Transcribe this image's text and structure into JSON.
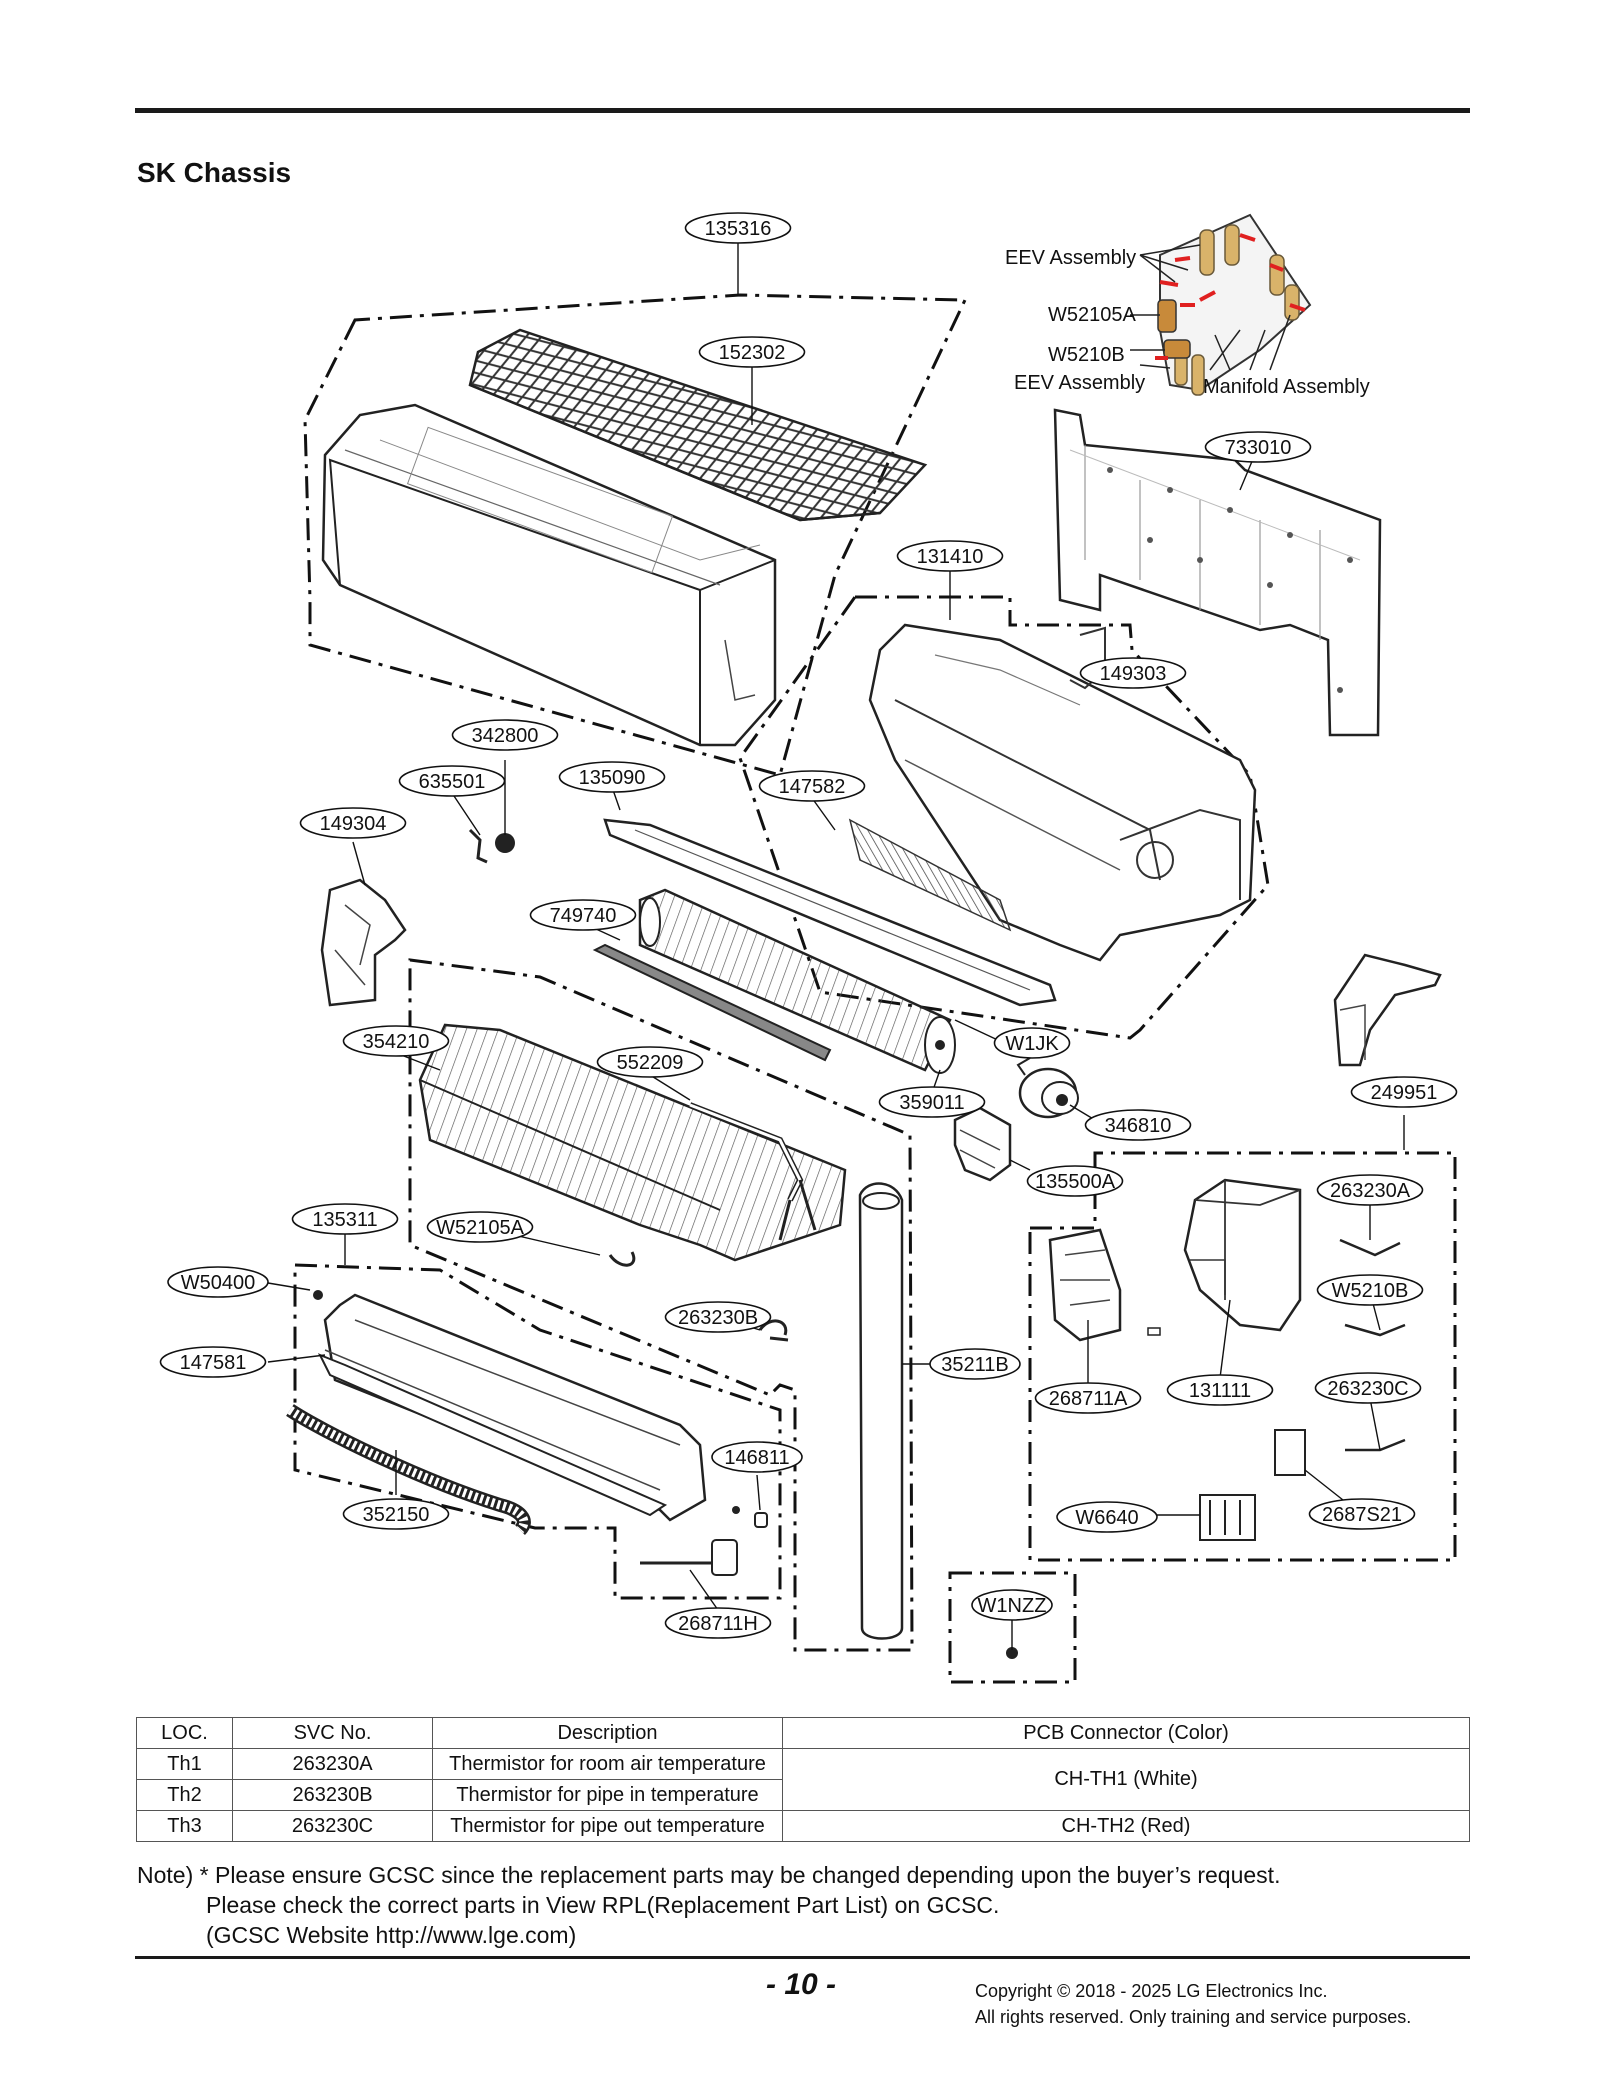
{
  "page": {
    "title": "SK Chassis",
    "page_number": "- 10 -",
    "copyright_line1": "Copyright © 2018 - 2025 LG Electronics Inc.",
    "copyright_line2": "All rights reserved. Only training and service purposes."
  },
  "diagram": {
    "annotations": {
      "eev_assembly_top": "EEV Assembly",
      "w52105a": "W52105A",
      "w5210b": "W5210B",
      "eev_assembly_bottom": "EEV Assembly",
      "manifold_assembly": "Manifold Assembly"
    },
    "callouts": [
      "135316",
      "152302",
      "733010",
      "131410",
      "149303",
      "342800",
      "635501",
      "135090",
      "147582",
      "149304",
      "749740",
      "W1JK",
      "354210",
      "552209",
      "359011",
      "346810",
      "249951",
      "135500A",
      "263230A",
      "135311",
      "W52105A",
      "W50400",
      "W5210B",
      "263230B",
      "147581",
      "35211B",
      "268711A",
      "131111",
      "263230C",
      "146811",
      "352150",
      "W6640",
      "2687S21",
      "W1NZZ",
      "268711H"
    ]
  },
  "table": {
    "headers": [
      "LOC.",
      "SVC No.",
      "Description",
      "PCB Connector (Color)"
    ],
    "rows": [
      [
        "Th1",
        "263230A",
        "Thermistor for room air temperature"
      ],
      [
        "Th2",
        "263230B",
        "Thermistor for pipe in temperature"
      ],
      [
        "Th3",
        "263230C",
        "Thermistor for pipe out temperature"
      ]
    ],
    "connector_th1_th2": "CH-TH1 (White)",
    "connector_th3": "CH-TH2 (Red)"
  },
  "note": {
    "line1": "Note) * Please ensure GCSC since the replacement parts may be changed depending upon the buyer’s request.",
    "line2": "Please check the correct parts in View RPL(Replacement Part List) on GCSC.",
    "line3": "(GCSC Website http://www.lge.com)"
  }
}
